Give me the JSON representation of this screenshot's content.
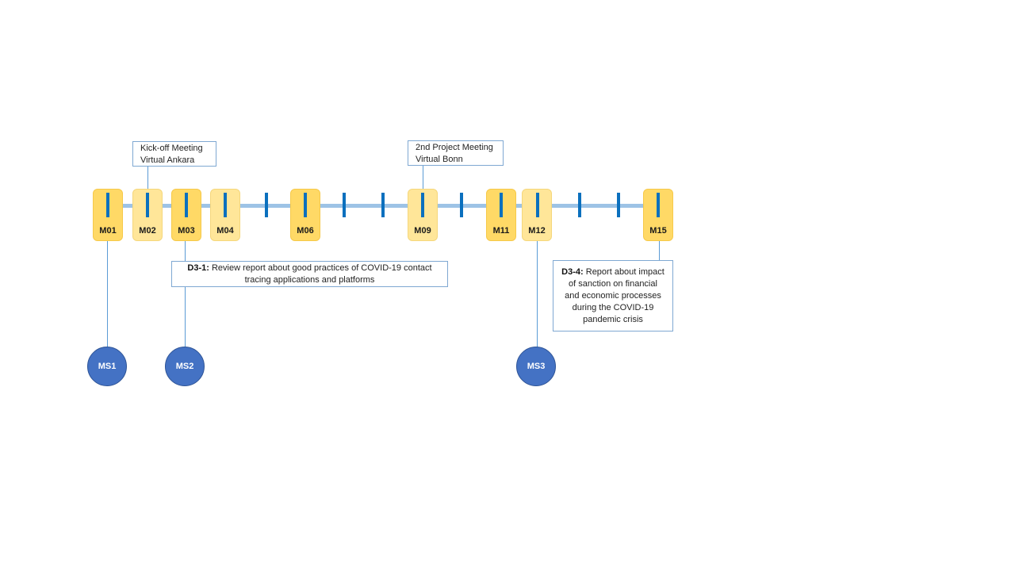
{
  "months": [
    {
      "label": "M01",
      "style": "strong"
    },
    {
      "label": "M02",
      "style": "light"
    },
    {
      "label": "M03",
      "style": "strong"
    },
    {
      "label": "M04",
      "style": "light"
    },
    {
      "label": "M06",
      "style": "strong"
    },
    {
      "label": "M09",
      "style": "light"
    },
    {
      "label": "M11",
      "style": "strong"
    },
    {
      "label": "M12",
      "style": "light"
    },
    {
      "label": "M15",
      "style": "strong"
    }
  ],
  "meetings": {
    "kickoff": {
      "line1": "Kick-off Meeting",
      "line2": "Virtual Ankara"
    },
    "second": {
      "line1": "2nd Project Meeting",
      "line2": "Virtual Bonn"
    }
  },
  "deliverables": {
    "d31": {
      "id": "D3-1:",
      "line1": "Review report about good practices of COVID-19 contact",
      "line2": "tracing applications and platforms"
    },
    "d34": {
      "id": "D3-4:",
      "line1": "Report about impact",
      "line2": "of sanction on financial",
      "line3": "and economic processes",
      "line4": "during the COVID-19",
      "line5": "pandemic crisis"
    }
  },
  "milestones": [
    "MS1",
    "MS2",
    "MS3"
  ],
  "colors": {
    "axis": "#9dc3e6",
    "tick": "#0b70be",
    "month_strong": "#ffd966",
    "month_light": "#ffe699",
    "milestone": "#4472c4",
    "connector": "#5b9bd5"
  }
}
